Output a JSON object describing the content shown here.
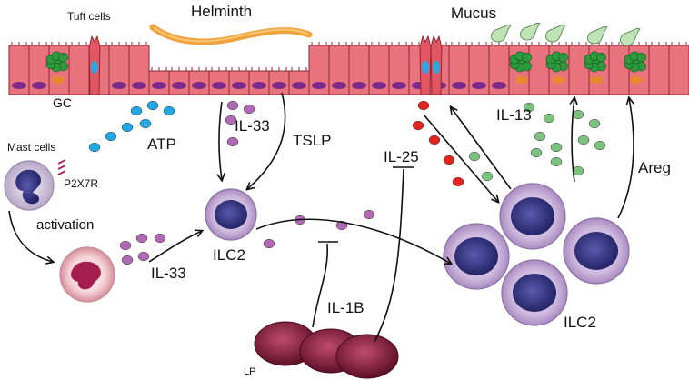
{
  "labels": {
    "tuft_cells": "Tuft cells",
    "helminth": "Helminth",
    "mucus": "Mucus",
    "gc": "GC",
    "il33_top": "IL-33",
    "tslp": "TSLP",
    "atp": "ATP",
    "mast_cells": "Mast cells",
    "p2x7r": "P2X7R",
    "activation": "activation",
    "il33_bottom": "IL-33",
    "ilc2_left": "ILC2",
    "il25": "IL-25",
    "il13": "IL-13",
    "areg": "Areg",
    "il1b": "IL-1B",
    "ilc2_right": "ILC2",
    "lp": "LP"
  },
  "colors": {
    "epithelium": "#e8727e",
    "epithelium_stroke": "#8a2a36",
    "nucleus": "#7a2a8a",
    "goblet_granule": "#2e9a3e",
    "goblet_nucleus": "#e98a2c",
    "tuft_nucleus": "#2fa6e0",
    "mucus_drop": "#bfe3b5",
    "helminth": "#f2a23a",
    "atp_dot": "#20a7e6",
    "il33_dot": "#b06ab3",
    "il25_dot": "#e0241f",
    "il13_dot": "#7cc27f",
    "ilc2_outer": "#c9b5d9",
    "ilc2_nucleus": "#3a3a8a",
    "mast_outer": "#ded7e6",
    "activated_mast": "#f2c6cc",
    "lp_cell": "#8e1f3f"
  }
}
